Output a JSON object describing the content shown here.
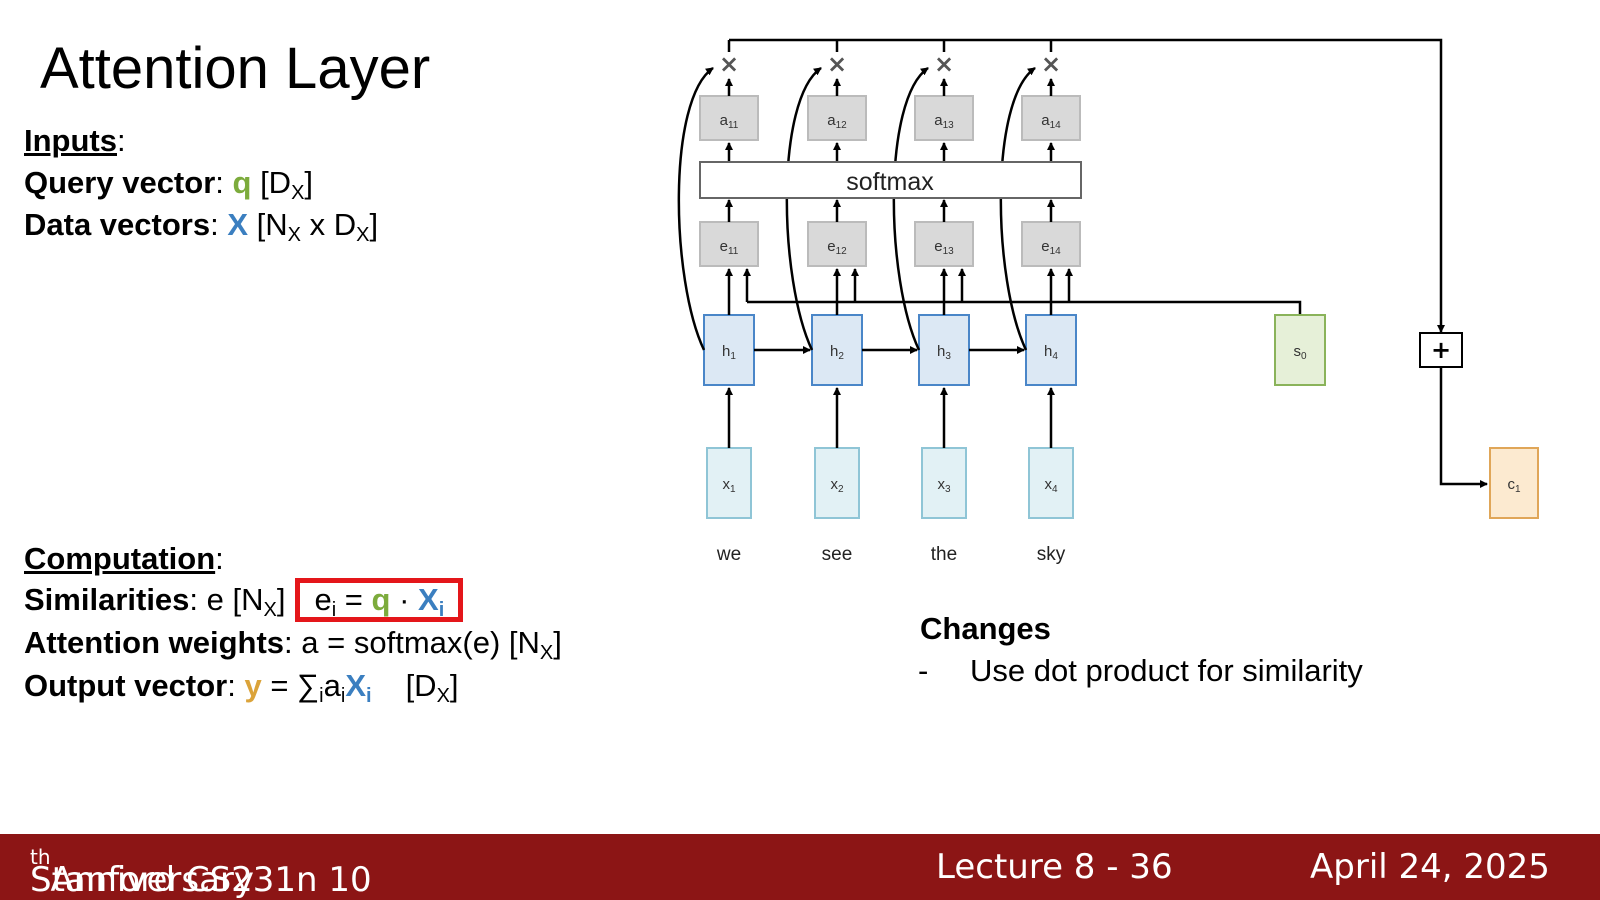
{
  "slide": {
    "title": "Attention Layer",
    "inputs_label": "Inputs",
    "query_label": "Query vector",
    "query_symbol": "q",
    "query_dim_open": "[D",
    "query_dim_sub": "X",
    "query_dim_close": "]",
    "data_label": "Data vectors",
    "data_symbol": "X",
    "data_dim_open": "[N",
    "data_dim_sub1": "X",
    "data_dim_mid": " x D",
    "data_dim_sub2": "X",
    "data_dim_close": "]",
    "computation_label": "Computation",
    "sim_label": "Similarities",
    "sim_text": "e [N",
    "sim_sub": "X",
    "sim_close": "]",
    "sim_formula_e": "e",
    "sim_formula_i": "i",
    "sim_formula_eq": " = ",
    "sim_formula_q": "q",
    "sim_formula_dot": " · ",
    "sim_formula_X": "X",
    "sim_formula_Xi": "i",
    "attn_label": "Attention weights",
    "attn_text": "a = softmax(e)  [N",
    "attn_sub": "X",
    "attn_close": "]",
    "out_label": "Output vector",
    "out_y": "y",
    "out_eq": " = ∑",
    "out_sum_sub": "i",
    "out_a": "a",
    "out_a_sub": "i",
    "out_X": "X",
    "out_X_sub": "i",
    "out_dim": "[D",
    "out_dim_sub": "X",
    "out_dim_close": "]",
    "changes_title": "Changes",
    "changes_bullet": "-",
    "changes_item": "Use dot product for similarity"
  },
  "diagram": {
    "a_sub": [
      "11",
      "12",
      "13",
      "14"
    ],
    "e_sub": [
      "11",
      "12",
      "13",
      "14"
    ],
    "h_sub": [
      "1",
      "2",
      "3",
      "4"
    ],
    "x_sub": [
      "1",
      "2",
      "3",
      "4"
    ],
    "words": [
      "we",
      "see",
      "the",
      "sky"
    ],
    "softmax_label": "softmax",
    "s0_main": "s",
    "s0_sub": "0",
    "c1_main": "c",
    "c1_sub": "1",
    "plus_label": "+",
    "times_symbol": "×",
    "colors": {
      "gray_fill": "#d9d9d9",
      "blue_fill": "#dce8f4",
      "blue_stroke": "#4a86c8",
      "cyan_fill": "#e2f1f5",
      "cyan_stroke": "#8fc5d6",
      "green_fill": "#e6f0d8",
      "green_stroke": "#8ab35a",
      "orange_fill": "#fcead0",
      "orange_stroke": "#e0a658"
    }
  },
  "footer": {
    "course": "Stanford CS231n 10",
    "course_sup": "th",
    "course_end": " Anniversary",
    "lecture": "Lecture 8 -  36",
    "date": "April 24, 2025"
  }
}
